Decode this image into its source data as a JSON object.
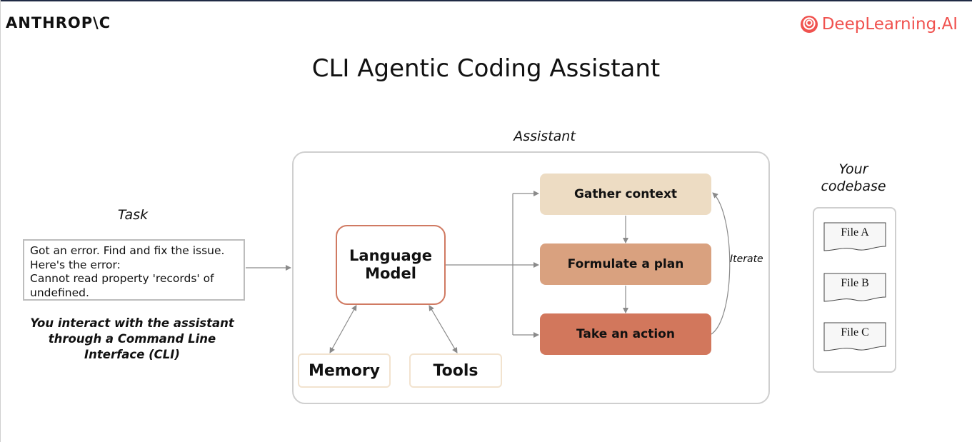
{
  "header": {
    "anthropic_logo": "ANTHROP\\C",
    "deeplearning_logo": "DeepLearning.AI",
    "brand_color": "#f0524f"
  },
  "title": "CLI Agentic Coding Assistant",
  "task": {
    "label": "Task",
    "lines": [
      "Got an error. Find and fix the issue.",
      "Here's the error:",
      "Cannot read property 'records' of",
      "undefined."
    ],
    "note_lines": [
      "You interact with the assistant",
      "through a Command Line",
      "Interface (CLI)"
    ]
  },
  "assistant": {
    "label": "Assistant",
    "language_model": [
      "Language",
      "Model"
    ],
    "memory": "Memory",
    "tools": "Tools",
    "steps": [
      {
        "label": "Gather context",
        "color": "#eddcc3"
      },
      {
        "label": "Formulate a plan",
        "color": "#d9a17f"
      },
      {
        "label": "Take an action",
        "color": "#d2775c"
      }
    ],
    "iterate": "Iterate"
  },
  "codebase": {
    "label_lines": [
      "Your",
      "codebase"
    ],
    "files": [
      "File A",
      "File B",
      "File C"
    ]
  }
}
